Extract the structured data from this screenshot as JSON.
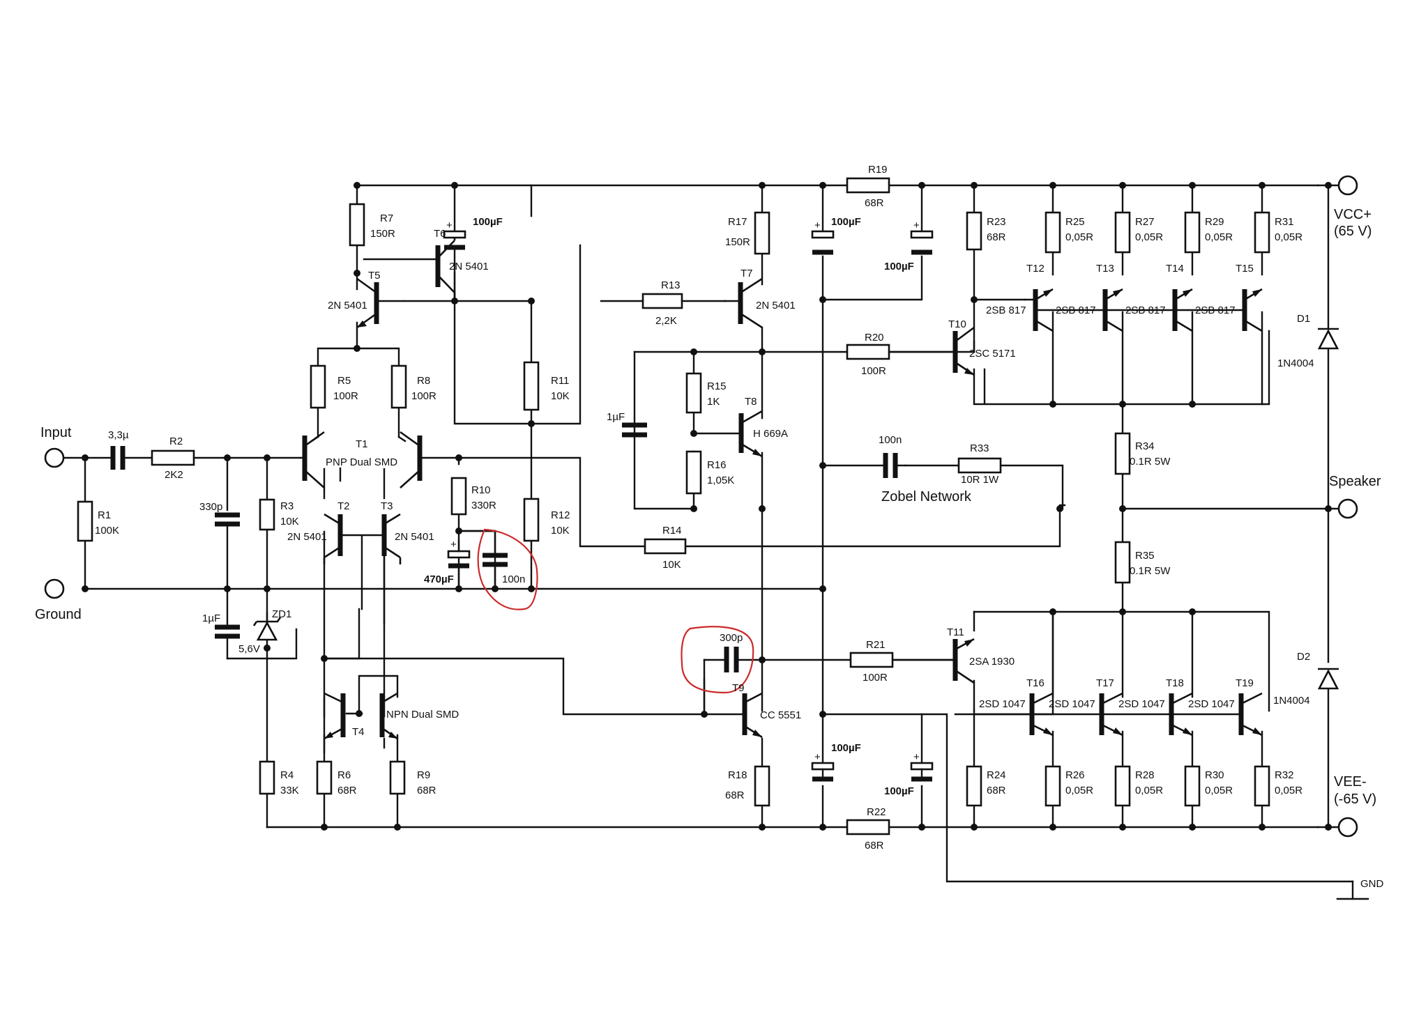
{
  "terminals": {
    "input": "Input",
    "ground": "Ground",
    "vcc_name": "VCC+",
    "vcc_volt": "(65 V)",
    "vee_name": "VEE-",
    "vee_volt": "(-65 V)",
    "speaker": "Speaker",
    "gnd": "GND"
  },
  "section_labels": {
    "zobel": "Zobel Network"
  },
  "resistors": {
    "R1": {
      "ref": "R1",
      "value": "100K"
    },
    "R2": {
      "ref": "R2",
      "value": "2K2"
    },
    "R3": {
      "ref": "R3",
      "value": "10K"
    },
    "R4": {
      "ref": "R4",
      "value": "33K"
    },
    "R5": {
      "ref": "R5",
      "value": "100R"
    },
    "R6": {
      "ref": "R6",
      "value": "68R"
    },
    "R7": {
      "ref": "R7",
      "value": "150R"
    },
    "R8": {
      "ref": "R8",
      "value": "100R"
    },
    "R9": {
      "ref": "R9",
      "value": "68R"
    },
    "R10": {
      "ref": "R10",
      "value": "330R"
    },
    "R11": {
      "ref": "R11",
      "value": "10K"
    },
    "R12": {
      "ref": "R12",
      "value": "10K"
    },
    "R13": {
      "ref": "R13",
      "value": "2,2K"
    },
    "R14": {
      "ref": "R14",
      "value": "10K"
    },
    "R15": {
      "ref": "R15",
      "value": "1K"
    },
    "R16": {
      "ref": "R16",
      "value": "1,05K"
    },
    "R17": {
      "ref": "R17",
      "value": "150R"
    },
    "R18": {
      "ref": "R18",
      "value": "68R"
    },
    "R19": {
      "ref": "R19",
      "value": "68R"
    },
    "R20": {
      "ref": "R20",
      "value": "100R"
    },
    "R21": {
      "ref": "R21",
      "value": "100R"
    },
    "R22": {
      "ref": "R22",
      "value": "68R"
    },
    "R23": {
      "ref": "R23",
      "value": "68R"
    },
    "R24": {
      "ref": "R24",
      "value": "68R"
    },
    "R25": {
      "ref": "R25",
      "value": "0,05R"
    },
    "R26": {
      "ref": "R26",
      "value": "0,05R"
    },
    "R27": {
      "ref": "R27",
      "value": "0,05R"
    },
    "R28": {
      "ref": "R28",
      "value": "0,05R"
    },
    "R29": {
      "ref": "R29",
      "value": "0,05R"
    },
    "R30": {
      "ref": "R30",
      "value": "0,05R"
    },
    "R31": {
      "ref": "R31",
      "value": "0,05R"
    },
    "R32": {
      "ref": "R32",
      "value": "0,05R"
    },
    "R33": {
      "ref": "R33",
      "value": "10R 1W"
    },
    "R34": {
      "ref": "R34",
      "value": "0.1R 5W"
    },
    "R35": {
      "ref": "R35",
      "value": "0.1R 5W"
    }
  },
  "capacitors": {
    "c_in": "3,3µ",
    "c330p": "330p",
    "c1u_zd": "1µF",
    "c470u": "470µF",
    "c100n_a": "100n",
    "c100u_a": "100µF",
    "c1u_vbe": "1µF",
    "c100u_b": "100µF",
    "c100u_c": "100µF",
    "c100u_d": "100µF",
    "c100u_e": "100µF",
    "c100n_zobel": "100n",
    "c300p": "300p",
    "plus": "+"
  },
  "transistors": {
    "T1": {
      "ref": "T1",
      "type": "PNP Dual SMD"
    },
    "T2": {
      "ref": "T2",
      "type": "2N 5401"
    },
    "T3": {
      "ref": "T3",
      "type": "2N 5401"
    },
    "T4": {
      "ref": "T4",
      "type": "NPN Dual SMD"
    },
    "T5": {
      "ref": "T5",
      "type": "2N 5401"
    },
    "T6": {
      "ref": "T6",
      "type": "2N 5401"
    },
    "T7": {
      "ref": "T7",
      "type": "2N 5401"
    },
    "T8": {
      "ref": "T8",
      "type": "H 669A"
    },
    "T9": {
      "ref": "T9",
      "type": "CC 5551"
    },
    "T10": {
      "ref": "T10",
      "type": "2SC 5171"
    },
    "T11": {
      "ref": "T11",
      "type": "2SA 1930"
    },
    "T12": {
      "ref": "T12",
      "type": "2SB 817"
    },
    "T13": {
      "ref": "T13",
      "type": "2SB 817"
    },
    "T14": {
      "ref": "T14",
      "type": "2SB 817"
    },
    "T15": {
      "ref": "T15",
      "type": "2SB 817"
    },
    "T16": {
      "ref": "T16",
      "type": "2SD 1047"
    },
    "T17": {
      "ref": "T17",
      "type": "2SD 1047"
    },
    "T18": {
      "ref": "T18",
      "type": "2SD 1047"
    },
    "T19": {
      "ref": "T19",
      "type": "2SD 1047"
    }
  },
  "diodes": {
    "D1": {
      "ref": "D1",
      "type": "1N4004"
    },
    "D2": {
      "ref": "D2",
      "type": "1N4004"
    },
    "ZD1": {
      "ref": "ZD1",
      "type": "5,6V"
    }
  },
  "colors": {
    "ink": "#111111",
    "markup": "#cc2a2a",
    "background": "#ffffff"
  }
}
